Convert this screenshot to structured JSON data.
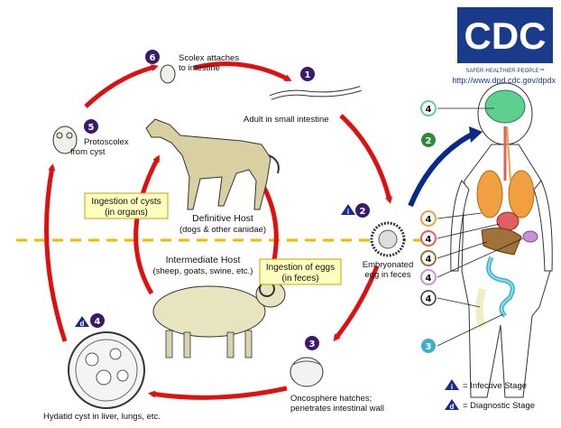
{
  "logo": {
    "text": "CDC",
    "tagline": "SAFER·HEALTHIER·PEOPLE™",
    "url": "http://www.dpd.cdc.gov/dpdx"
  },
  "stages": {
    "s1": {
      "number": "1",
      "label": "Adult in small intestine"
    },
    "s2": {
      "number": "2",
      "label_line1": "Embryonated",
      "label_line2": "egg in feces"
    },
    "s3": {
      "number": "3",
      "label_line1": "Oncosphere hatches;",
      "label_line2": "penetrates intestinal wall"
    },
    "s4": {
      "number": "4",
      "label": "Hydatid cyst in liver, lungs, etc."
    },
    "s5": {
      "number": "5",
      "label_line1": "Protoscolex",
      "label_line2": "from cyst"
    },
    "s6": {
      "number": "6",
      "label_line1": "Scolex attaches",
      "label_line2": "to intestine"
    }
  },
  "hosts": {
    "definitive": {
      "title": "Definitive Host",
      "subtitle": "(dogs & other canidae)"
    },
    "intermediate": {
      "title": "Intermediate Host",
      "subtitle": "(sheep, goats, swine, etc.)"
    }
  },
  "boxes": {
    "cysts": {
      "line1": "Ingestion of cysts",
      "line2": "(in organs)"
    },
    "eggs": {
      "line1": "Ingestion of eggs",
      "line2": "(in feces)"
    }
  },
  "human_markers": [
    {
      "number": "4",
      "color": "#5fcf8f"
    },
    {
      "number": "2",
      "color": "#2f8a3c"
    },
    {
      "number": "4",
      "color": "#f0a040"
    },
    {
      "number": "4",
      "color": "#e06060"
    },
    {
      "number": "4",
      "color": "#a0723a"
    },
    {
      "number": "4",
      "color": "#c890d8"
    },
    {
      "number": "4",
      "color": "#ffffff"
    },
    {
      "number": "3",
      "color": "#3ab0c8"
    }
  ],
  "legend": {
    "infective": {
      "letter": "i",
      "label": "= Infective Stage"
    },
    "diagnostic": {
      "letter": "d",
      "label": "= Diagnostic Stage"
    }
  },
  "colors": {
    "cycle_arrow": "#e01010",
    "human_arrow": "#0a2a8a",
    "dashed_line": "#f5b800",
    "stage_circle": "#3a1a6a",
    "box_fill": "#ffffc0",
    "box_border": "#c8a000"
  }
}
